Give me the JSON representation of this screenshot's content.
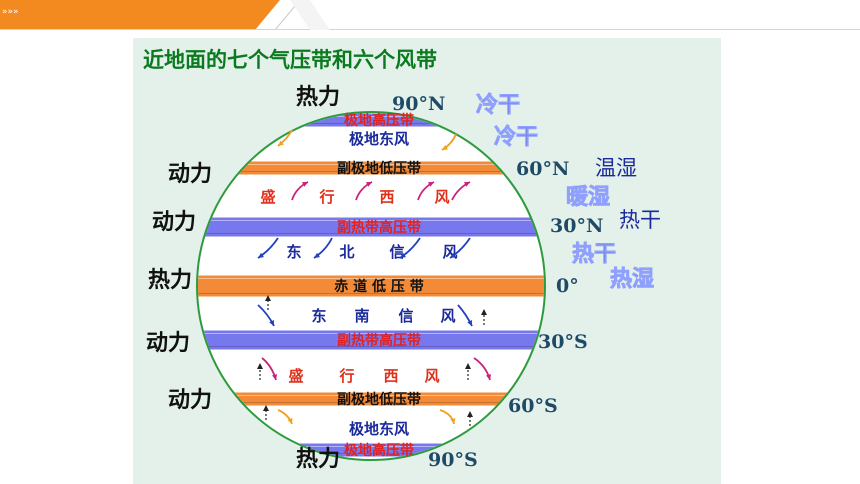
{
  "title": "近地面的七个气压带和六个风带",
  "pressure_belts": [
    {
      "label": "极地高压带",
      "type": "high",
      "color": "#7777ee",
      "text_color": "#e02222"
    },
    {
      "label": "副极地低压带",
      "type": "low",
      "color": "#f28a38",
      "text_color": "#111111"
    },
    {
      "label": "副热带高压带",
      "type": "high",
      "color": "#7777ee",
      "text_color": "#e02222"
    },
    {
      "label": "赤 道 低 压 带",
      "type": "low",
      "color": "#f28a38",
      "text_color": "#111111"
    },
    {
      "label": "副热带高压带",
      "type": "high",
      "color": "#7777ee",
      "text_color": "#e02222"
    },
    {
      "label": "副极地低压带",
      "type": "low",
      "color": "#f28a38",
      "text_color": "#111111"
    },
    {
      "label": "极地高压带",
      "type": "high",
      "color": "#7777ee",
      "text_color": "#e02222"
    }
  ],
  "wind_belts": [
    {
      "chars": [
        "极地东风"
      ],
      "color": "#1a2a9a"
    },
    {
      "chars": [
        "盛",
        "行",
        "西",
        "风"
      ],
      "color": "#e0301c"
    },
    {
      "chars": [
        "东",
        "北",
        "信",
        "风"
      ],
      "color": "#1a2a9a"
    },
    {
      "chars": [
        "东",
        "南",
        "信",
        "风"
      ],
      "color": "#1a2a9a"
    },
    {
      "chars": [
        "盛",
        "行",
        "西",
        "风"
      ],
      "color": "#e0301c"
    },
    {
      "chars": [
        "极地东风"
      ],
      "color": "#1a2a9a"
    }
  ],
  "latitudes": [
    "90°N",
    "60°N",
    "30°N",
    "0°",
    "30°S",
    "60°S",
    "90°S"
  ],
  "cause_labels": [
    "热力",
    "动力",
    "动力",
    "热力",
    "动力",
    "动力",
    "热力"
  ],
  "climate_labels": [
    "冷干",
    "冷干",
    "温湿",
    "暖湿",
    "热干",
    "热干",
    "热湿"
  ],
  "colors": {
    "title": "#0a7a1f",
    "panel": "#e3f1ea",
    "latitude": "#1f4a66",
    "climate": "#1a2a9a",
    "globe": "#2e9a3e",
    "warm_arrow": "#f0a020",
    "cold_arrow": "#2040c0",
    "westerly_arrow": "#cc1f7a"
  }
}
